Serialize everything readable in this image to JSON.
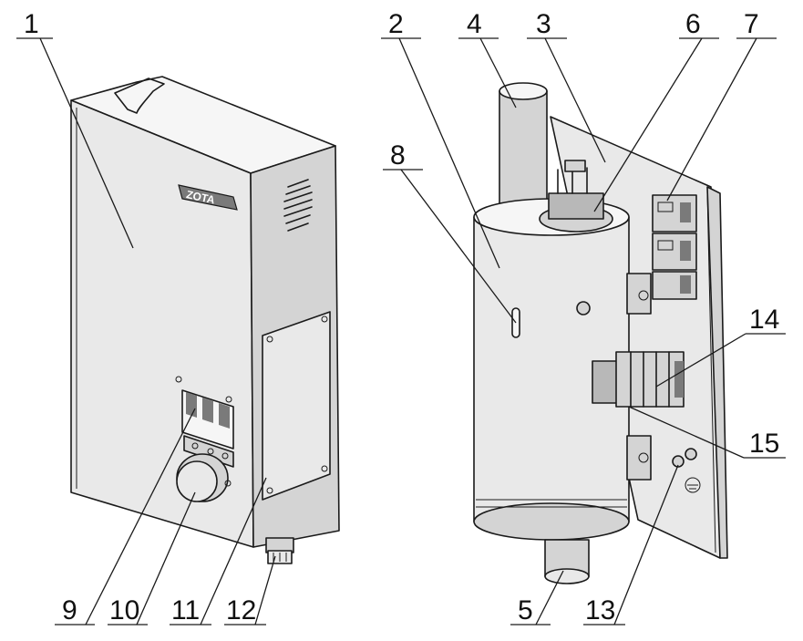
{
  "figure": {
    "title": "",
    "brand_badge": "ZOTA",
    "callouts": [
      {
        "id": "c1",
        "text": "1"
      },
      {
        "id": "c2",
        "text": "2"
      },
      {
        "id": "c3",
        "text": "3"
      },
      {
        "id": "c4",
        "text": "4"
      },
      {
        "id": "c5",
        "text": "5"
      },
      {
        "id": "c6",
        "text": "6"
      },
      {
        "id": "c7",
        "text": "7"
      },
      {
        "id": "c8",
        "text": "8"
      },
      {
        "id": "c9",
        "text": "9"
      },
      {
        "id": "c10",
        "text": "10"
      },
      {
        "id": "c11",
        "text": "11"
      },
      {
        "id": "c12",
        "text": "12"
      },
      {
        "id": "c13",
        "text": "13"
      },
      {
        "id": "c14",
        "text": "14"
      },
      {
        "id": "c15",
        "text": "15"
      }
    ]
  }
}
